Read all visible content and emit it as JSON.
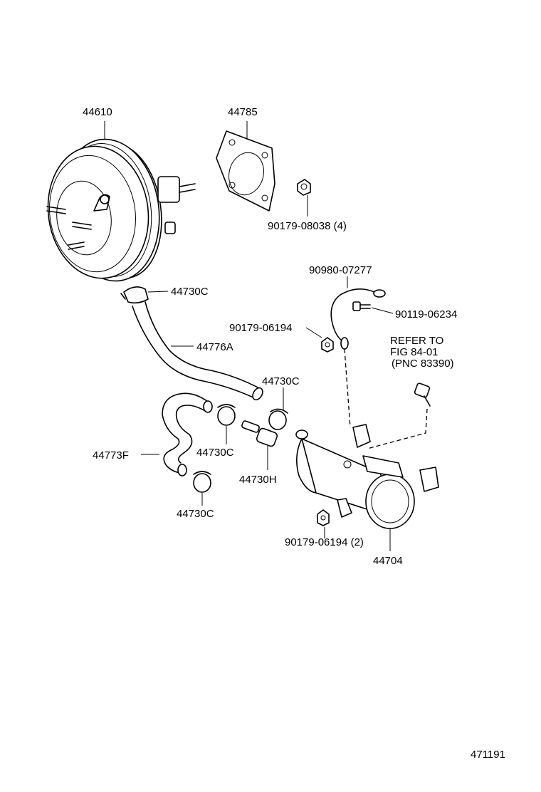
{
  "diagram_id": "471191",
  "callouts": {
    "booster": "44610",
    "gasket": "44785",
    "gasket_nut": "90179-08038 (4)",
    "harness": "90980-07277",
    "clamp_top": "44730C",
    "harness_bolt": "90119-06234",
    "harness_nut": "90179-06194",
    "hose_a": "44776A",
    "refer_line1": "REFER TO",
    "refer_line2": "FIG 84-01",
    "refer_line3": "(PNC 83390)",
    "clamp_mid_right": "44730C",
    "hose_f": "44773F",
    "clamp_mid_left": "44730C",
    "check_valve": "44730H",
    "clamp_bottom": "44730C",
    "tank_nut": "90179-06194 (2)",
    "vacuum_tank": "44704"
  }
}
